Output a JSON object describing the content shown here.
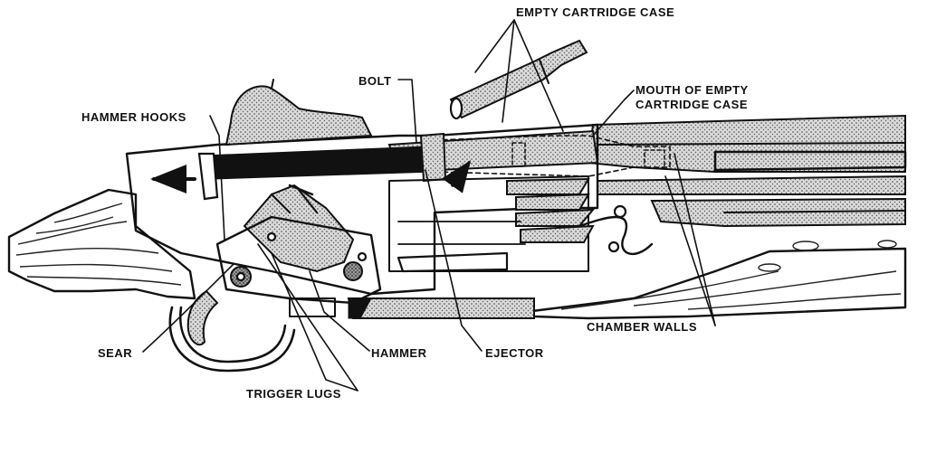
{
  "labels": {
    "empty_cartridge_case": "EMPTY CARTRIDGE CASE",
    "bolt": "BOLT",
    "mouth_line1": "MOUTH OF EMPTY",
    "mouth_line2": "CARTRIDGE CASE",
    "hammer_hooks": "HAMMER HOOKS",
    "chamber_walls": "CHAMBER WALLS",
    "sear": "SEAR",
    "hammer": "HAMMER",
    "ejector": "EJECTOR",
    "trigger_lugs": "TRIGGER LUGS"
  },
  "colors": {
    "ink": "#111111",
    "paper": "#ffffff"
  }
}
